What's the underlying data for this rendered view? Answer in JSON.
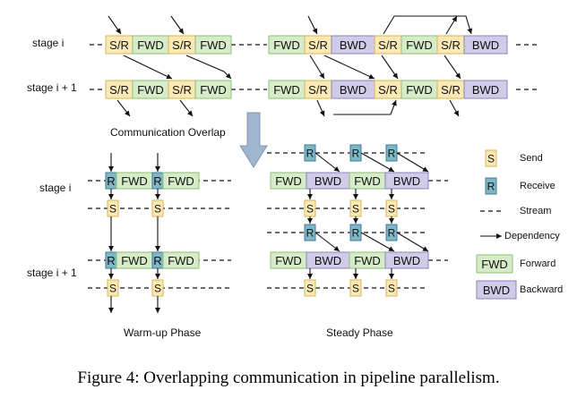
{
  "top": {
    "row_labels": [
      "stage i",
      "stage i + 1"
    ],
    "left_blocks": [
      "S/R",
      "FWD",
      "S/R",
      "FWD"
    ],
    "right_blocks": [
      "FWD",
      "S/R",
      "BWD",
      "S/R",
      "FWD",
      "S/R",
      "BWD"
    ],
    "caption": "Communication Overlap"
  },
  "bottom": {
    "row_labels": [
      "stage i",
      "stage i + 1"
    ],
    "warmup_blocks": [
      "R",
      "FWD",
      "R",
      "FWD"
    ],
    "steady_blocks": [
      "FWD",
      "BWD",
      "FWD",
      "BWD"
    ],
    "recv_marker": "R",
    "send_marker": "S",
    "warmup_caption": "Warm-up Phase",
    "steady_caption": "Steady Phase"
  },
  "legend": [
    {
      "key": "send",
      "marker": "S",
      "label": "Send"
    },
    {
      "key": "receive",
      "marker": "R",
      "label": "Receive"
    },
    {
      "key": "stream",
      "label": "Stream"
    },
    {
      "key": "dependency",
      "label": "Dependency"
    },
    {
      "key": "forward",
      "marker": "FWD",
      "label": "Forward"
    },
    {
      "key": "backward",
      "marker": "BWD",
      "label": "Backward"
    }
  ],
  "caption": "Figure 4: Overlapping communication in pipeline parallelism.",
  "colors": {
    "send_fill": "#fbe9b5",
    "send_stroke": "#d7b457",
    "recv_fill": "#7fb7c6",
    "recv_stroke": "#3b7f93",
    "fwd_fill": "#d6ecc9",
    "fwd_stroke": "#8cbf76",
    "bwd_fill": "#cfcbe8",
    "bwd_stroke": "#8b84b9",
    "line": "#111111",
    "arrow_down": "#9fb6cf"
  }
}
